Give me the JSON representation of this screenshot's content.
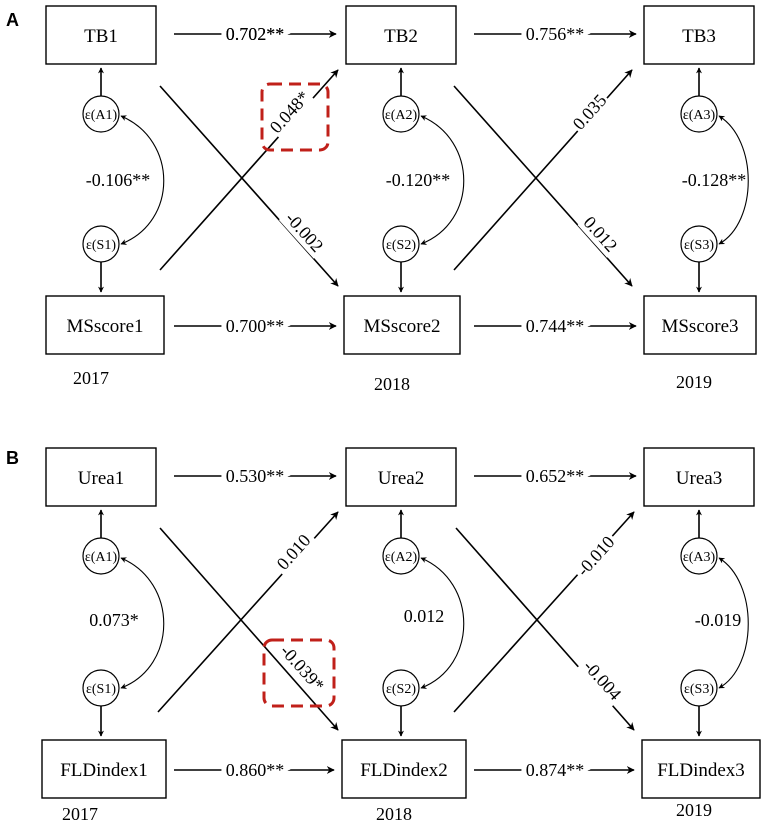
{
  "panels": [
    {
      "letter": "A",
      "top": [
        "TB1",
        "TB2",
        "TB3"
      ],
      "bottom": [
        "MSscore1",
        "MSscore2",
        "MSscore3"
      ],
      "eps_top": [
        "ε(A1)",
        "ε(A2)",
        "ε(A3)"
      ],
      "eps_bottom": [
        "ε(S1)",
        "ε(S2)",
        "ε(S3)"
      ],
      "top_paths": [
        "0.702**",
        "0.756**"
      ],
      "bottom_paths": [
        "0.700**",
        "0.744**"
      ],
      "correlations": [
        "-0.106**",
        "-0.120**",
        "-0.128**"
      ],
      "cross_up": [
        "0.048*",
        "0.035"
      ],
      "cross_down": [
        "-0.002",
        "0.012"
      ],
      "years": [
        "2017",
        "2018",
        "2019"
      ]
    },
    {
      "letter": "B",
      "top": [
        "Urea1",
        "Urea2",
        "Urea3"
      ],
      "bottom": [
        "FLDindex1",
        "FLDindex2",
        "FLDindex3"
      ],
      "eps_top": [
        "ε(A1)",
        "ε(A2)",
        "ε(A3)"
      ],
      "eps_bottom": [
        "ε(S1)",
        "ε(S2)",
        "ε(S3)"
      ],
      "top_paths": [
        "0.530**",
        "0.652**"
      ],
      "bottom_paths": [
        "0.860**",
        "0.874**"
      ],
      "correlations": [
        "0.073*",
        "0.012",
        "-0.019"
      ],
      "cross_up": [
        "0.010",
        "-0.010"
      ],
      "cross_down": [
        "-0.039*",
        "-0.004"
      ],
      "years": [
        "2017",
        "2018",
        "2019"
      ]
    }
  ],
  "highlight_color": "#c0201a"
}
